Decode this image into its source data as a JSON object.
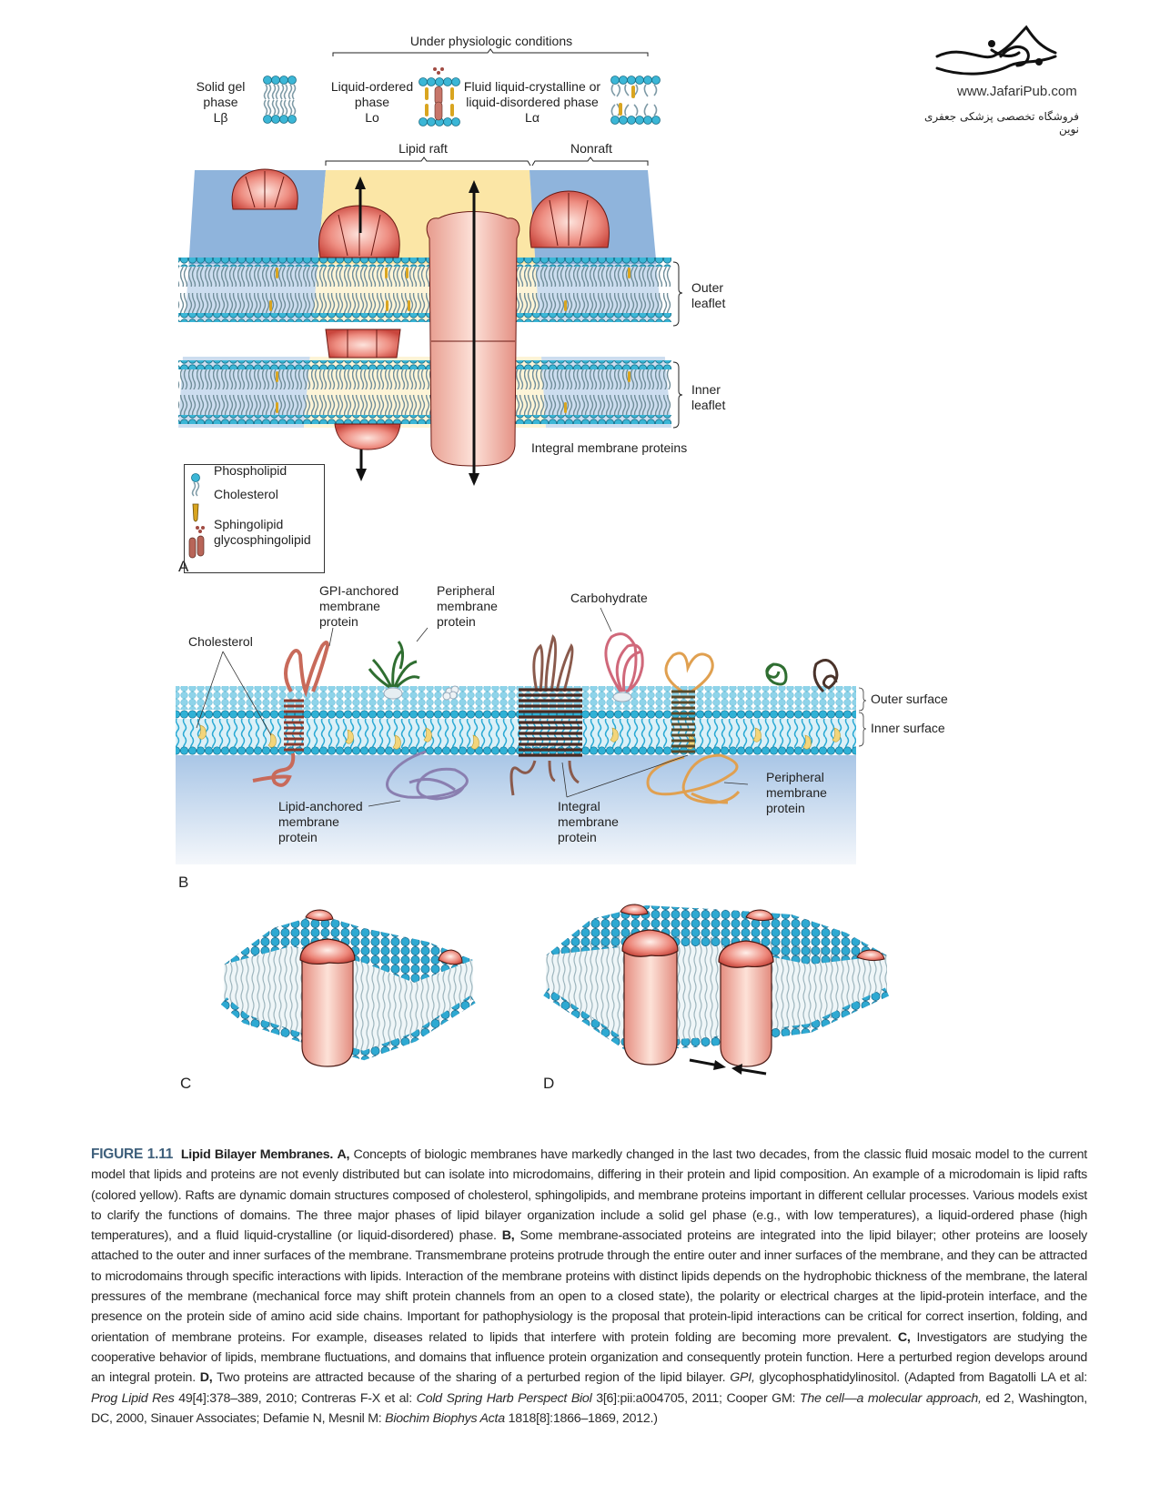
{
  "publisher": {
    "url": "www.JafariPub.com",
    "tagline_fa": "فروشگاه تخصصی پزشکی جعفری نوین"
  },
  "panel_a": {
    "letter": "A",
    "header": "Under physiologic conditions",
    "phases": [
      {
        "name": "Solid gel",
        "line2": "phase",
        "symbol": "Lβ"
      },
      {
        "name": "Liquid-ordered",
        "line2": "phase",
        "symbol": "Lo"
      },
      {
        "name": "Fluid liquid-crystalline or",
        "line2": "liquid-disordered phase",
        "symbol": "Lα"
      }
    ],
    "region_labels": {
      "raft": "Lipid raft",
      "nonraft": "Nonraft"
    },
    "side_labels": {
      "outer_1": "Outer",
      "outer_2": "leaflet",
      "inner_1": "Inner",
      "inner_2": "leaflet"
    },
    "integral_label": "Integral membrane proteins",
    "legend": [
      {
        "icon": "phospholipid-icon",
        "label": "Phospholipid"
      },
      {
        "icon": "cholesterol-icon",
        "label": "Cholesterol"
      },
      {
        "icon": "sphingolipid-icon",
        "label": "Sphingolipid",
        "label2": "glycosphingolipid"
      }
    ],
    "colors": {
      "nonraft": "#8fb4dc",
      "raft": "#fbe6a6",
      "protein": "#e8877e",
      "head": "#3bb6d6",
      "tail": "#7e9aa6"
    }
  },
  "panel_b": {
    "letter": "B",
    "labels": {
      "gpi_1": "GPI-anchored",
      "gpi_2": "membrane",
      "gpi_3": "protein",
      "periph_top_1": "Peripheral",
      "periph_top_2": "membrane",
      "periph_top_3": "protein",
      "carbohydrate": "Carbohydrate",
      "cholesterol": "Cholesterol",
      "outer_surface": "Outer surface",
      "inner_surface": "Inner surface",
      "lipid_anch_1": "Lipid-anchored",
      "lipid_anch_2": "membrane",
      "lipid_anch_3": "protein",
      "integral_1": "Integral",
      "integral_2": "membrane",
      "integral_3": "protein",
      "periph_bot_1": "Peripheral",
      "periph_bot_2": "membrane",
      "periph_bot_3": "protein"
    }
  },
  "panel_c": {
    "letter": "C"
  },
  "panel_d": {
    "letter": "D"
  },
  "caption": {
    "figure_number": "FIGURE 1.11",
    "title": "Lipid Bilayer Membranes.",
    "a_marker": "A,",
    "a_text": "Concepts of biologic membranes have markedly changed in the last two decades, from the classic fluid mosaic model to the current model that lipids and proteins are not evenly distributed but can isolate into microdomains, differing in their protein and lipid composition. An example of a microdomain is lipid rafts (colored yellow). Rafts are dynamic domain structures composed of cholesterol, sphingolipids, and membrane proteins important in different cellular processes. Various models exist to clarify the functions of domains. The three major phases of lipid bilayer organization include a solid gel phase (e.g., with low temperatures), a liquid-ordered phase (high temperatures), and a fluid liquid-crystalline (or liquid-disordered) phase.",
    "b_marker": "B,",
    "b_text": "Some membrane-associated proteins are integrated into the lipid bilayer; other proteins are loosely attached to the outer and inner surfaces of the membrane. Transmembrane proteins protrude through the entire outer and inner surfaces of the membrane, and they can be attracted to microdomains through specific interactions with lipids. Interaction of the membrane proteins with distinct lipids depends on the hydrophobic thickness of the membrane, the lateral pressures of the membrane (mechanical force may shift protein channels from an open to a closed state), the polarity or electrical charges at the lipid-protein interface, and the presence on the protein side of amino acid side chains. Important for pathophysiology is the proposal that protein-lipid interactions can be critical for correct insertion, folding, and orientation of membrane proteins. For example, diseases related to lipids that interfere with protein folding are becoming more prevalent.",
    "c_marker": "C,",
    "c_text": "Investigators are studying the cooperative behavior of lipids, membrane fluctuations, and domains that influence protein organization and consequently protein function. Here a perturbed region develops around an integral protein.",
    "d_marker": "D,",
    "d_text": "Two proteins are attracted because of the sharing of a perturbed region of the lipid bilayer.",
    "gpi_abbr": "GPI,",
    "gpi_def": "glycophosphatidylinositol. (Adapted from Bagatolli LA et al:",
    "ref1_journal": "Prog Lipid Res",
    "ref1_rest": "49[4]:378–389, 2010; Contreras F-X et al:",
    "ref2_journal": "Cold Spring Harb Perspect Biol",
    "ref2_rest": "3[6]:pii:a004705, 2011; Cooper GM:",
    "ref3_title": "The cell—a molecular approach,",
    "ref3_rest": "ed 2, Washington, DC, 2000, Sinauer Associates; Defamie N, Mesnil M:",
    "ref4_journal": "Biochim Biophys Acta",
    "ref4_rest": "1818[8]:1866–1869, 2012.)"
  }
}
